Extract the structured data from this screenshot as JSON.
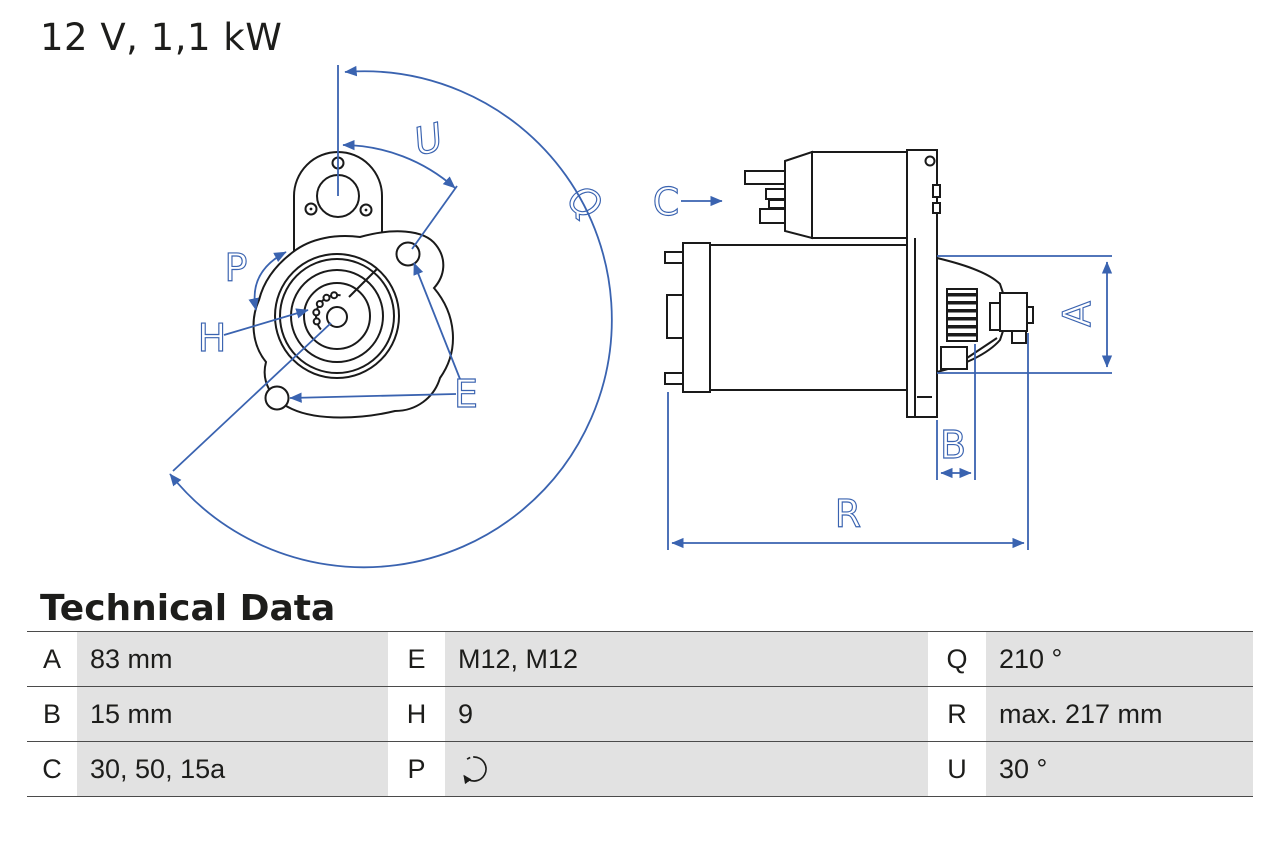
{
  "header": {
    "title": "12 V, 1,1 kW"
  },
  "diagram": {
    "front_view_labels": {
      "u": "U",
      "q": "Q",
      "p": "P",
      "h": "H",
      "e": "E"
    },
    "side_view_labels": {
      "c": "C",
      "a": "A",
      "b": "B",
      "r": "R"
    }
  },
  "technical_data": {
    "title": "Technical Data",
    "rows": [
      [
        {
          "k": "A",
          "v": "83 mm"
        },
        {
          "k": "E",
          "v": "M12, M12"
        },
        {
          "k": "Q",
          "v": "210 °"
        }
      ],
      [
        {
          "k": "B",
          "v": "15 mm"
        },
        {
          "k": "H",
          "v": "9"
        },
        {
          "k": "R",
          "v": "max. 217 mm"
        }
      ],
      [
        {
          "k": "C",
          "v": "30, 50, 15a"
        },
        {
          "k": "P",
          "v": "",
          "icon": "rotation-ccw"
        },
        {
          "k": "U",
          "v": "30 °"
        }
      ]
    ]
  },
  "colors": {
    "accent_blue": "#3a63b0",
    "table_cell_gray": "#e2e2e2",
    "line_dark": "#1a1a1a",
    "text_dark": "#1d1d1b"
  }
}
